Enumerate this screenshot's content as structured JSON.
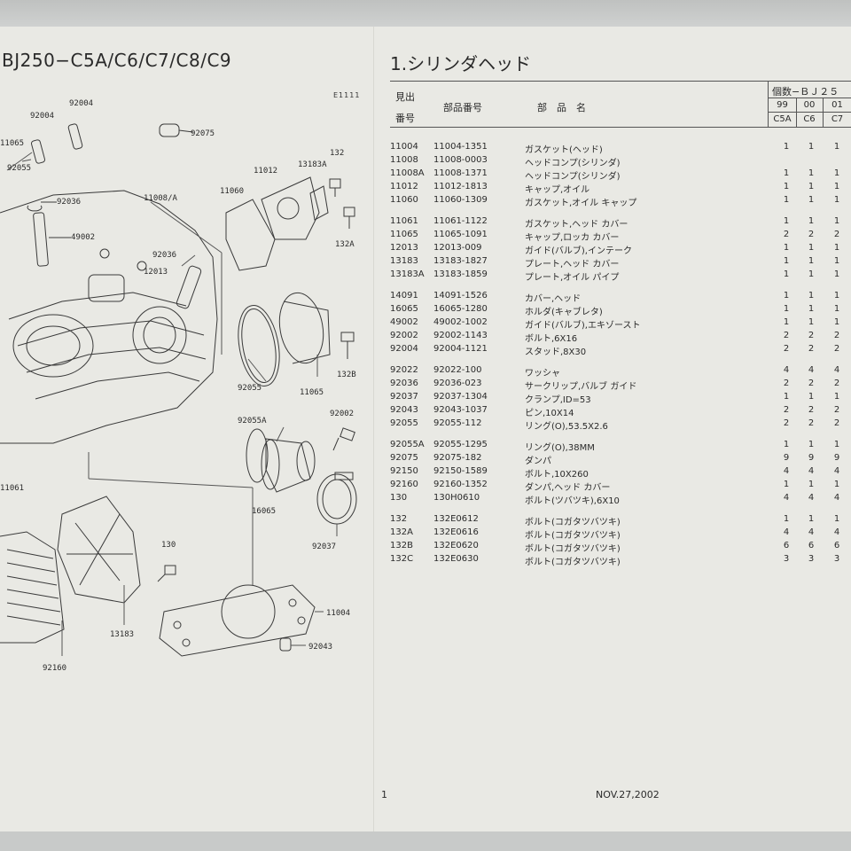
{
  "header": {
    "model_title": "BJ250−C5A/C6/C7/C8/C9",
    "section_title": "1.シリンダヘッド",
    "diagram_code": "E1111"
  },
  "table_headers": {
    "ref_line1": "見出",
    "ref_line2": "番号",
    "part_number": "部品番号",
    "part_name": "部　品　名",
    "qty_title": "個数−ＢＪ２５",
    "years": [
      "99",
      "00",
      "01"
    ],
    "variants": [
      "C5A",
      "C6",
      "C7"
    ]
  },
  "groups": [
    [
      {
        "ref": "11004",
        "part": "11004-1351",
        "name": "ガスケット(ヘッド)",
        "qty": [
          "1",
          "1",
          "1"
        ]
      },
      {
        "ref": "11008",
        "part": "11008-0003",
        "name": "ヘッドコンプ(シリンダ)",
        "qty": [
          "",
          "",
          ""
        ]
      },
      {
        "ref": "11008A",
        "part": "11008-1371",
        "name": "ヘッドコンプ(シリンダ)",
        "qty": [
          "1",
          "1",
          "1"
        ]
      },
      {
        "ref": "11012",
        "part": "11012-1813",
        "name": "キャップ,オイル",
        "qty": [
          "1",
          "1",
          "1"
        ]
      },
      {
        "ref": "11060",
        "part": "11060-1309",
        "name": "ガスケット,オイル キャップ",
        "qty": [
          "1",
          "1",
          "1"
        ]
      }
    ],
    [
      {
        "ref": "11061",
        "part": "11061-1122",
        "name": "ガスケット,ヘッド カバー",
        "qty": [
          "1",
          "1",
          "1"
        ]
      },
      {
        "ref": "11065",
        "part": "11065-1091",
        "name": "キャップ,ロッカ カバー",
        "qty": [
          "2",
          "2",
          "2"
        ]
      },
      {
        "ref": "12013",
        "part": "12013-009",
        "name": "ガイド(バルブ),インテーク",
        "qty": [
          "1",
          "1",
          "1"
        ]
      },
      {
        "ref": "13183",
        "part": "13183-1827",
        "name": "プレート,ヘッド カバー",
        "qty": [
          "1",
          "1",
          "1"
        ]
      },
      {
        "ref": "13183A",
        "part": "13183-1859",
        "name": "プレート,オイル パイプ",
        "qty": [
          "1",
          "1",
          "1"
        ]
      }
    ],
    [
      {
        "ref": "14091",
        "part": "14091-1526",
        "name": "カバー,ヘッド",
        "qty": [
          "1",
          "1",
          "1"
        ]
      },
      {
        "ref": "16065",
        "part": "16065-1280",
        "name": "ホルダ(キャブレタ)",
        "qty": [
          "1",
          "1",
          "1"
        ]
      },
      {
        "ref": "49002",
        "part": "49002-1002",
        "name": "ガイド(バルブ),エキゾースト",
        "qty": [
          "1",
          "1",
          "1"
        ]
      },
      {
        "ref": "92002",
        "part": "92002-1143",
        "name": "ボルト,6X16",
        "qty": [
          "2",
          "2",
          "2"
        ]
      },
      {
        "ref": "92004",
        "part": "92004-1121",
        "name": "スタッド,8X30",
        "qty": [
          "2",
          "2",
          "2"
        ]
      }
    ],
    [
      {
        "ref": "92022",
        "part": "92022-100",
        "name": "ワッシャ",
        "qty": [
          "4",
          "4",
          "4"
        ]
      },
      {
        "ref": "92036",
        "part": "92036-023",
        "name": "サークリップ,バルブ ガイド",
        "qty": [
          "2",
          "2",
          "2"
        ]
      },
      {
        "ref": "92037",
        "part": "92037-1304",
        "name": "クランプ,ID=53",
        "qty": [
          "1",
          "1",
          "1"
        ]
      },
      {
        "ref": "92043",
        "part": "92043-1037",
        "name": "ピン,10X14",
        "qty": [
          "2",
          "2",
          "2"
        ]
      },
      {
        "ref": "92055",
        "part": "92055-112",
        "name": "リング(O),53.5X2.6",
        "qty": [
          "2",
          "2",
          "2"
        ]
      }
    ],
    [
      {
        "ref": "92055A",
        "part": "92055-1295",
        "name": "リング(O),38MM",
        "qty": [
          "1",
          "1",
          "1"
        ]
      },
      {
        "ref": "92075",
        "part": "92075-182",
        "name": "ダンパ",
        "qty": [
          "9",
          "9",
          "9"
        ]
      },
      {
        "ref": "92150",
        "part": "92150-1589",
        "name": "ボルト,10X260",
        "qty": [
          "4",
          "4",
          "4"
        ]
      },
      {
        "ref": "92160",
        "part": "92160-1352",
        "name": "ダンパ,ヘッド カバー",
        "qty": [
          "1",
          "1",
          "1"
        ]
      },
      {
        "ref": "130",
        "part": "130H0610",
        "name": "ボルト(ツバツキ),6X10",
        "qty": [
          "4",
          "4",
          "4"
        ]
      }
    ],
    [
      {
        "ref": "132",
        "part": "132E0612",
        "name": "ボルト(コガタツバツキ)",
        "qty": [
          "1",
          "1",
          "1"
        ]
      },
      {
        "ref": "132A",
        "part": "132E0616",
        "name": "ボルト(コガタツバツキ)",
        "qty": [
          "4",
          "4",
          "4"
        ]
      },
      {
        "ref": "132B",
        "part": "132E0620",
        "name": "ボルト(コガタツバツキ)",
        "qty": [
          "6",
          "6",
          "6"
        ]
      },
      {
        "ref": "132C",
        "part": "132E0630",
        "name": "ボルト(コガタツバツキ)",
        "qty": [
          "3",
          "3",
          "3"
        ]
      }
    ]
  ],
  "diagram_labels": {
    "l92004a": "92004",
    "l92004b": "92004",
    "l92075": "92075",
    "l11065a": "11065",
    "l92055a": "92055",
    "l132": "132",
    "l13183A": "13183A",
    "l11012": "11012",
    "l11008A": "11008/A",
    "l11060": "11060",
    "l92036a": "92036",
    "l49002": "49002",
    "l132A": "132A",
    "l92036b": "92036",
    "l12013": "12013",
    "l132B": "132B",
    "l92055b": "92055",
    "l11065b": "11065",
    "l92055A": "92055A",
    "l92002": "92002",
    "l11061": "11061",
    "l16065": "16065",
    "l130": "130",
    "l92037": "92037",
    "l11004": "11004",
    "l13183": "13183",
    "l92043": "92043",
    "l92160": "92160"
  },
  "footer": {
    "page": "1",
    "date": "NOV.27,2002"
  }
}
